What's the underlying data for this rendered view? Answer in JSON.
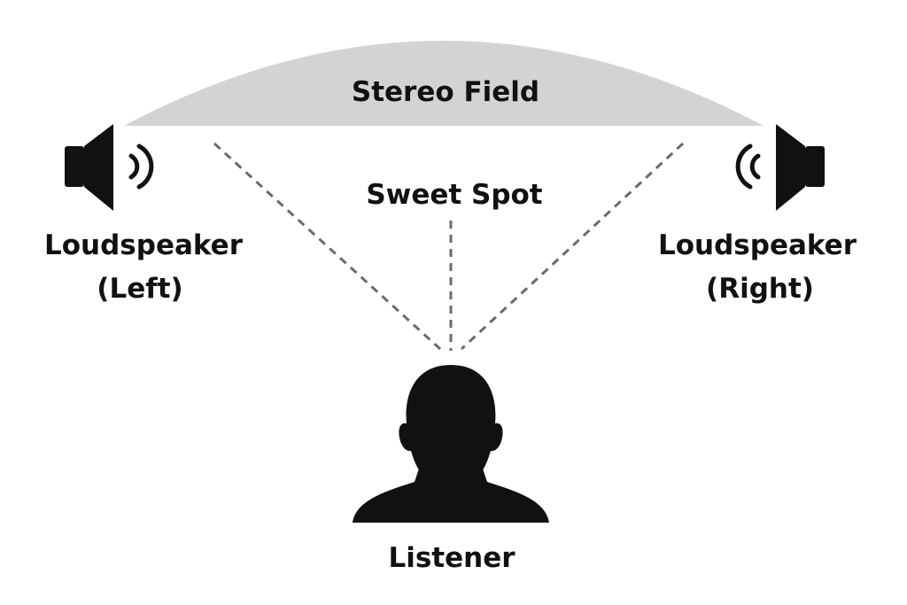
{
  "labels": {
    "stereo_field": "Stereo Field",
    "sweet_spot": "Sweet Spot",
    "speaker_left_line1": "Loudspeaker",
    "speaker_left_line2": "(Left)",
    "speaker_right_line1": "Loudspeaker",
    "speaker_right_line2": "(Right)",
    "listener": "Listener"
  },
  "colors": {
    "field_fill": "#d3d3d5",
    "ink": "#111111",
    "dashed_line": "#6b6b6b",
    "background": "#ffffff"
  },
  "icons": {
    "left_speaker": "speaker-left-icon",
    "right_speaker": "speaker-right-icon",
    "listener": "listener-head-icon"
  }
}
